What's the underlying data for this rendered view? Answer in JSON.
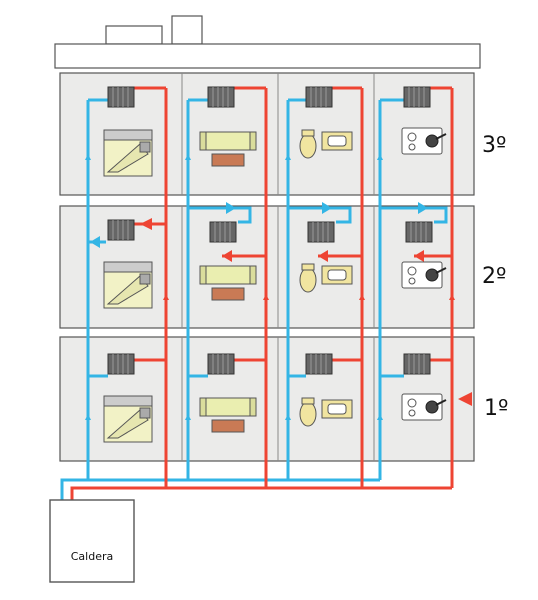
{
  "boiler": {
    "label": "Caldera"
  },
  "floors": [
    {
      "label": "3º"
    },
    {
      "label": "2º"
    },
    {
      "label": "1º"
    }
  ],
  "colors": {
    "supply": "#ee4433",
    "return": "#33b5e5",
    "floor_fill": "#ebebea",
    "frame": "#555555",
    "radiator": "#666666"
  },
  "rooms": [
    "bedroom",
    "living-room",
    "bathroom",
    "kitchen"
  ]
}
